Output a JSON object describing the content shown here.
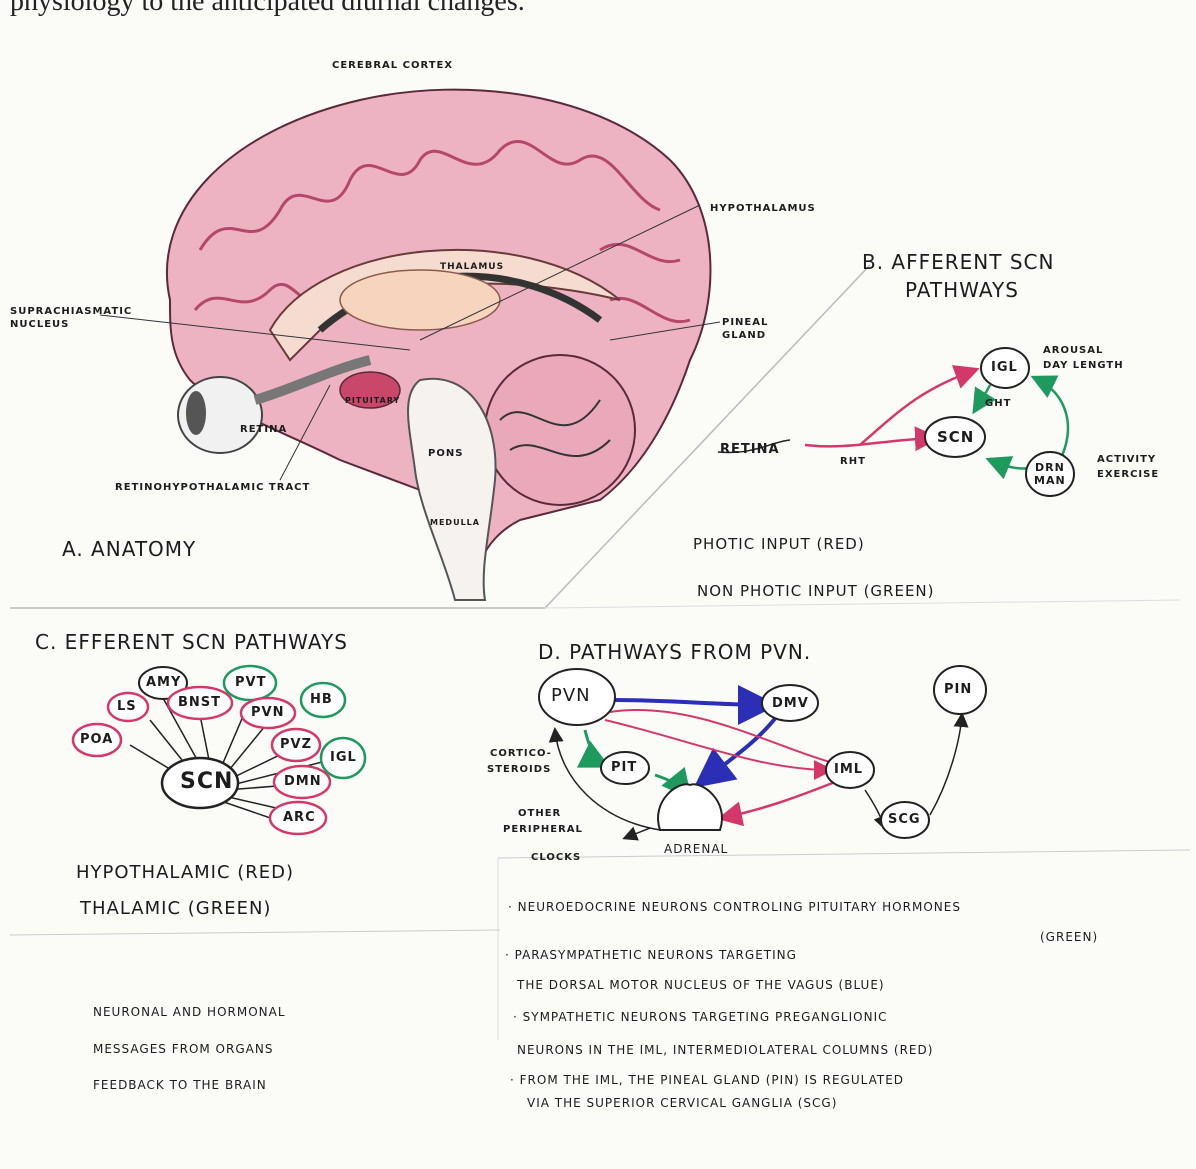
{
  "intro_text": "physiology to the anticipated diurnal changes.",
  "anatomy": {
    "title": "A. ANATOMY",
    "labels": {
      "cerebral_cortex": "CEREBRAL CORTEX",
      "hypothalamus": "HYPOTHALAMUS",
      "thalamus": "THALAMUS",
      "scn_nucleus": "SUPRACHIASMATIC NUCLEUS",
      "pineal_gland": "PINEAL GLAND",
      "retina": "RETINA",
      "pons": "PONS",
      "medulla": "MEDULLA",
      "pituitary": "PITUITARY",
      "rht": "RETINOHYPOTHALAMIC TRACT"
    }
  },
  "afferent": {
    "title_line1": "B. AFFERENT SCN",
    "title_line2": "PATHWAYS",
    "nodes": {
      "retina": "RETINA",
      "scn": "SCN",
      "igl": "IGL",
      "drn_l1": "DRN",
      "drn_l2": "MAN"
    },
    "labels": {
      "rht": "RHT",
      "ght": "GHT",
      "arousal_1": "AROUSAL",
      "arousal_2": "DAY LENGTH",
      "activity_1": "ACTIVITY",
      "activity_2": "EXERCISE"
    },
    "legend_1": "PHOTIC INPUT (RED)",
    "legend_2": "NON PHOTIC INPUT (GREEN)"
  },
  "efferent": {
    "title": "C. EFFERENT SCN PATHWAYS",
    "center": "SCN",
    "nodes": [
      "AMY",
      "LS",
      "BNST",
      "PVT",
      "HB",
      "PVN",
      "PVZ",
      "IGL",
      "DMN",
      "ARC",
      "POA"
    ],
    "legend_1": "HYPOTHALAMIC (RED)",
    "legend_2": "THALAMIC (GREEN)"
  },
  "pvn": {
    "title": "D. PATHWAYS FROM PVN.",
    "nodes": {
      "pvn": "PVN",
      "dmv": "DMV",
      "pin": "PIN",
      "pit": "PIT",
      "iml": "IML",
      "scg": "SCG"
    },
    "labels": {
      "cortico_1": "CORTICO-",
      "cortico_2": "STEROIDS",
      "other_1": "OTHER",
      "other_2": "PERIPHERAL",
      "other_3": "CLOCKS",
      "adrenal": "ADRENAL"
    }
  },
  "feedback": {
    "line1": "NEURONAL AND HORMONAL",
    "line2": "MESSAGES FROM ORGANS",
    "line3": "FEEDBACK TO THE BRAIN"
  },
  "notes": {
    "n1": "· NEUROEDOCRINE NEURONS CONTROLING PITUITARY HORMONES",
    "n1b": "(GREEN)",
    "n2": "· PARASYMPATHETIC NEURONS TARGETING",
    "n2b": "THE DORSAL MOTOR NUCLEUS OF THE VAGUS (BLUE)",
    "n3": "· SYMPATHETIC NEURONS TARGETING PREGANGLIONIC",
    "n3b": "NEURONS IN THE IML, INTERMEDIOLATERAL COLUMNS (RED)",
    "n4": "· FROM THE IML, THE PINEAL GLAND (PIN) IS REGULATED",
    "n4b": "VIA THE SUPERIOR CERVICAL GANGLIA (SCG)"
  },
  "colors": {
    "red": "#d4386a",
    "green": "#1f9a5e",
    "blue": "#2b2fb5",
    "brain_pink": "#e9a3b6",
    "brain_dark": "#c8607f"
  }
}
